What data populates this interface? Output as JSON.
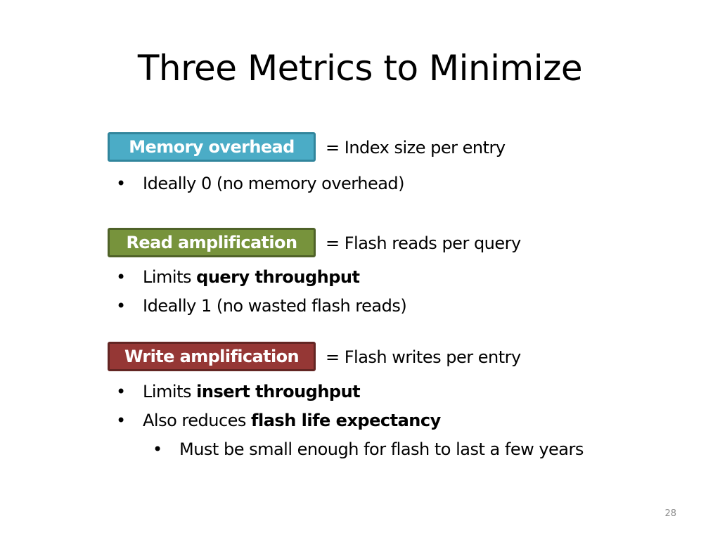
{
  "title": "Three Metrics to Minimize",
  "metrics": [
    {
      "label": "Memory overhead",
      "definition": "= Index size per entry",
      "color": "#4bacc6",
      "bullets": [
        {
          "prefix": "Ideally 0 (no memory overhead)",
          "bold": ""
        }
      ]
    },
    {
      "label": "Read amplification",
      "definition": "= Flash reads per query",
      "color": "#77933c",
      "bullets": [
        {
          "prefix": "Limits ",
          "bold": "query throughput"
        },
        {
          "prefix": "Ideally 1 (no wasted flash reads)",
          "bold": ""
        }
      ]
    },
    {
      "label": "Write amplification",
      "definition": "= Flash writes per entry",
      "color": "#953735",
      "bullets": [
        {
          "prefix": "Limits ",
          "bold": "insert throughput"
        },
        {
          "prefix": "Also reduces ",
          "bold": "flash life expectancy",
          "sub_bullets": [
            "Must be small enough for flash to last a few years"
          ]
        }
      ]
    }
  ],
  "bullet_symbol": "•",
  "slide_number": "28"
}
